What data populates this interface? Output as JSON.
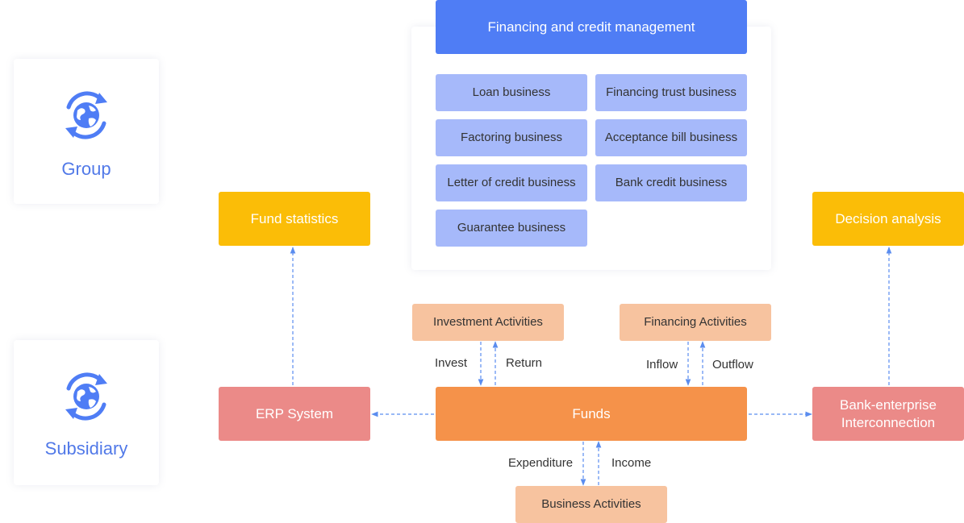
{
  "side": {
    "group_label": "Group",
    "subsidiary_label": "Subsidiary",
    "icon": "globe-sync-icon"
  },
  "financing": {
    "title": "Financing and credit management",
    "items": [
      "Loan business",
      "Financing trust business",
      "Factoring business",
      "Acceptance bill business",
      "Letter of credit business",
      "Bank credit business",
      "Guarantee business"
    ]
  },
  "nodes": {
    "fund_statistics": "Fund statistics",
    "decision_analysis": "Decision analysis",
    "investment_activities": "Investment Activities",
    "financing_activities": "Financing Activities",
    "erp_system": "ERP System",
    "funds": "Funds",
    "bank_enterprise_line1": "Bank-enterprise",
    "bank_enterprise_line2": "Interconnection",
    "business_activities": "Business Activities"
  },
  "edges": {
    "invest": "Invest",
    "return": "Return",
    "inflow": "Inflow",
    "outflow": "Outflow",
    "expenditure": "Expenditure",
    "income": "Income"
  },
  "colors": {
    "accent_blue": "#4f7df5",
    "item_blue": "#a6b9fa",
    "yellow": "#fbbd07",
    "pink": "#eb8a88",
    "orange": "#f5924a",
    "peach": "#f7c39f",
    "arrow_blue": "#5b8def"
  }
}
